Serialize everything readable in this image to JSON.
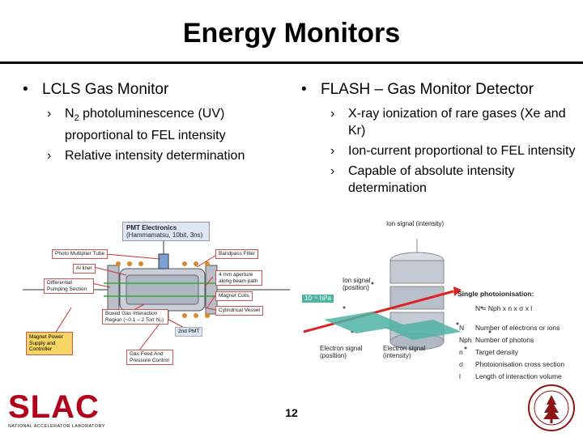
{
  "title": "Energy Monitors",
  "left": {
    "heading": "LCLS Gas Monitor",
    "items": [
      {
        "pre": "N",
        "sub": "2",
        "post": " photoluminescence (UV) proportional to FEL intensity"
      },
      {
        "text": "Relative intensity determination"
      }
    ]
  },
  "right": {
    "heading": "FLASH – Gas Monitor Detector",
    "items": [
      "X-ray ionization of rare gases (Xe and Kr)",
      "Ion-current proportional to FEL intensity",
      "Capable of absolute intensity determination"
    ]
  },
  "fig_left": {
    "pmt_title": "PMT Electronics",
    "pmt_sub": "(Hammamatsu, 10bit, 3ns)",
    "photo_tube": "Photo Multiplier Tube",
    "al_liner": "Al liner",
    "diff_pump": "Differential Pumping Section",
    "bandpass": "Bandpass Filter",
    "aperture": "4 mm aperture along beam path",
    "magnet_coils": "Magnet Coils",
    "cyl_vessel": "Cylindrical Vessel",
    "boxed_gas": "Boxed Gas Interaction Region (~0.1 – 2 Torr N₂)",
    "second_pmt": "2nd PMT",
    "magnet_power": "Magnet Power Supply and Controller",
    "gas_feed": "Gas Feed And Pressure Control"
  },
  "fig_right": {
    "ion_signal_int": "Ion signal (intensity)",
    "ion_signal_pos": "Ion signal (position)",
    "pressure": "10⁻⁵ hPa",
    "single_photo": "Single photoionisation:",
    "formula": "N = Nph x n x σ x l",
    "defs": [
      {
        "sym": "N",
        "desc": "Number of electrons or ions"
      },
      {
        "sym": "Nph",
        "desc": "Number of photons"
      },
      {
        "sym": "n",
        "desc": "Target density"
      },
      {
        "sym": "σ",
        "desc": "Photoionisation cross section"
      },
      {
        "sym": "l",
        "desc": "Length of interaction volume"
      }
    ],
    "electron_pos": "Electron signal (position)",
    "electron_int": "Electron signal (intensity)"
  },
  "footer": {
    "logo_word": "SLAC",
    "logo_sub": "NATIONAL ACCELERATOR LABORATORY",
    "page": "12"
  },
  "colors": {
    "slac_red": "#b3001b",
    "stanford_red": "#8c1515",
    "title_rule": "#000000"
  }
}
